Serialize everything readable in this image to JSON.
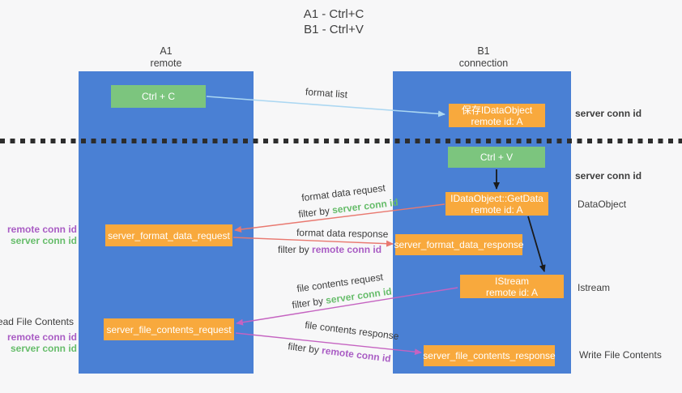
{
  "title": {
    "line1": "A1 - Ctrl+C",
    "line2": "B1 - Ctrl+V"
  },
  "lanes": {
    "left": {
      "name": "A1",
      "role": "remote"
    },
    "right": {
      "name": "B1",
      "role": "connection"
    }
  },
  "nodes": {
    "ctrl_c": "Ctrl + C",
    "ctrl_v": "Ctrl + V",
    "save_dataobject": {
      "line1": "保存IDataObject",
      "line2": "remote id: A"
    },
    "getdata": {
      "line1": "IDataObject::GetData",
      "line2": "remote id: A"
    },
    "istream": {
      "line1": "IStream",
      "line2": "remote id: A"
    },
    "server_format_data_request": "server_format_data_request",
    "server_format_data_response": "server_format_data_response",
    "server_file_contents_request": "server_file_contents_request",
    "server_file_contents_response": "server_file_contents_response"
  },
  "messages": {
    "format_list": "format list",
    "format_data_request": "format data request",
    "format_data_response": "format data response",
    "file_contents_request": "file contents request",
    "file_contents_response": "file contents response",
    "filter_by": "filter by",
    "server_conn_id": "server conn id",
    "remote_conn_id": "remote conn id"
  },
  "side_labels": {
    "dataobject": "DataObject",
    "istream": "Istream",
    "read_file_contents": "Read File Contents",
    "write_file_contents": "Write File Contents"
  },
  "colors": {
    "lane_blue": "#4a80d4",
    "box_green": "#7cc57e",
    "box_orange": "#f8a93d",
    "arrow_blue": "#abd7f2",
    "arrow_red": "#e97970",
    "arrow_magenta": "#c563c1",
    "arrow_black": "#1a1a1a",
    "text_green": "#67bd6b",
    "text_purple": "#a95cc4"
  }
}
